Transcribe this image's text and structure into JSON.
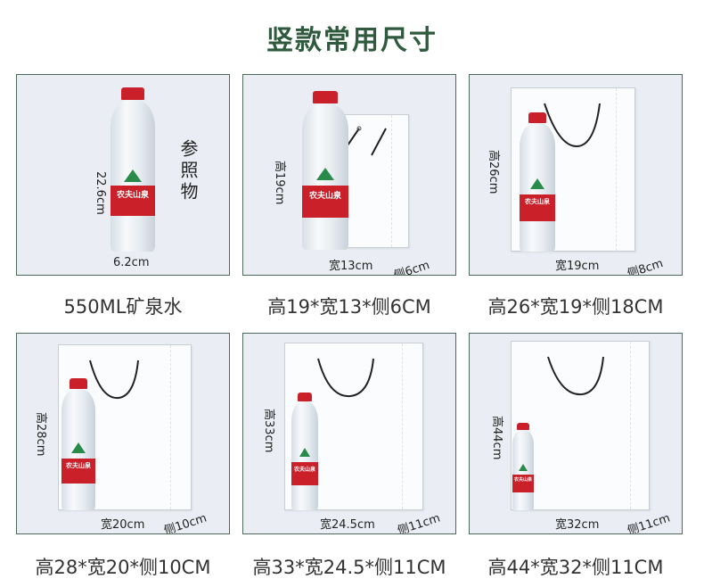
{
  "title": "竖款常用尺寸",
  "bottle_label": "农夫山泉",
  "panels": [
    {
      "caption": "550ML矿泉水",
      "reference": "参照物",
      "height": "22.6cm",
      "width": "6.2cm"
    },
    {
      "caption": "高19*宽13*侧6CM",
      "height": "高19cm",
      "width": "宽13cm",
      "side": "侧6cm"
    },
    {
      "caption": "高26*宽19*侧18CM",
      "height": "高26cm",
      "width": "宽19cm",
      "side": "侧8cm"
    },
    {
      "caption": "高28*宽20*侧10CM",
      "height": "高28cm",
      "width": "宽20cm",
      "side": "侧10cm"
    },
    {
      "caption": "高33*宽24.5*侧11CM",
      "height": "高33cm",
      "width": "宽24.5cm",
      "side": "侧11cm"
    },
    {
      "caption": "高44*宽32*侧11CM",
      "height": "高44cm",
      "width": "宽32cm",
      "side": "侧11cm"
    }
  ]
}
